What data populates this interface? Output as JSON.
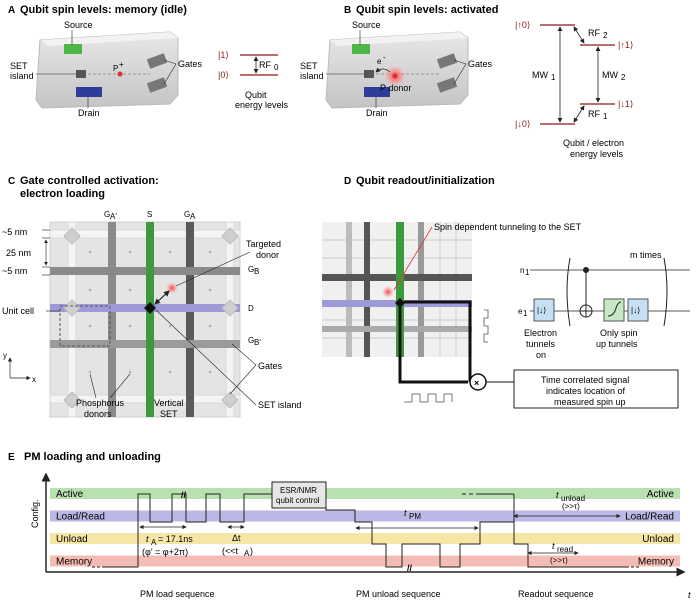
{
  "panelA": {
    "letter": "A",
    "title": "Qubit spin levels: memory (idle)",
    "source": "Source",
    "set_island": [
      "SET",
      "island"
    ],
    "p_label": "P",
    "p_sup": "+",
    "gates": "Gates",
    "drain": "Drain",
    "level_one": "|1⟩",
    "level_zero": "|0⟩",
    "rf": "RF",
    "rf_sub": "0",
    "energy_label": [
      "Qubit",
      "energy levels"
    ]
  },
  "panelB": {
    "letter": "B",
    "title": "Qubit spin levels: activated",
    "source": "Source",
    "set_island": [
      "SET",
      "island"
    ],
    "electron": "e",
    "electron_sup": "-",
    "p_donor": "P donor",
    "gates": "Gates",
    "drain": "Drain",
    "levels": [
      "|↑0⟩",
      "|↑1⟩",
      "|↓1⟩",
      "|↓0⟩"
    ],
    "rf2": "RF",
    "rf2_sub": "2",
    "rf1": "RF",
    "rf1_sub": "1",
    "mw1": "MW",
    "mw1_sub": "1",
    "mw2": "MW",
    "mw2_sub": "2",
    "energy_label": [
      "Qubit / electron",
      "energy levels"
    ]
  },
  "panelC": {
    "letter": "C",
    "title": [
      "Gate controlled activation:",
      "electron loading"
    ],
    "dim1": "~5 nm",
    "dim2": "25 nm",
    "dim3": "~5 nm",
    "ga_prime": "G",
    "ga_prime_sub": "A'",
    "s": "S",
    "ga": "G",
    "ga_sub": "A",
    "targeted_donor": [
      "Targeted",
      "donor"
    ],
    "gb": "G",
    "gb_sub": "B",
    "d": "D",
    "unit_cell": "Unit cell",
    "gb_prime": "G",
    "gb_prime_sub": "B'",
    "gates": "Gates",
    "axis_y": "y",
    "axis_x": "x",
    "phosphorus_donors": [
      "Phosphorus",
      "donors"
    ],
    "vertical_set": [
      "Vertical",
      "SET"
    ],
    "set_island": "SET island"
  },
  "panelD": {
    "letter": "D",
    "title": "Qubit readout/initialization",
    "spin_tunneling": "Spin dependent tunneling to the SET",
    "m_times": "m times",
    "n1": "n",
    "n1_sub": "1",
    "e1": "e",
    "e1_sub": "1",
    "ket_down": "|↓⟩",
    "electron_tunnels": [
      "Electron",
      "tunnels",
      "on"
    ],
    "only_spin": [
      "Only spin",
      "up tunnels"
    ],
    "time_signal": [
      "Time correlated signal",
      "indicates location of",
      "measured spin up"
    ]
  },
  "panelE": {
    "letter": "E",
    "title": "PM loading and unloading",
    "y_axis": "Config.",
    "t_axis": "t",
    "rows": [
      {
        "left": "Active",
        "right": "Active",
        "color": "#b9e0b0"
      },
      {
        "left": "Load/Read",
        "right": "Load/Read",
        "color": "#b9b8e6"
      },
      {
        "left": "Unload",
        "right": "Unload",
        "color": "#f6e6a6"
      },
      {
        "left": "Memory",
        "right": "Memory",
        "color": "#f5bcb5"
      }
    ],
    "esr_box": [
      "ESR/NMR",
      "qubit control"
    ],
    "ta": "t",
    "ta_sub": "A",
    "ta_value": " = 17.1ns",
    "phi": "(φ' = φ+2π)",
    "delta_t": "Δt",
    "delta_t_note": "(<<t",
    "delta_t_note_sub": "A",
    "delta_t_note_end": ")",
    "tpm": "t",
    "tpm_sub": "PM",
    "tunload": "t",
    "tunload_sub": "unload",
    "tunload_note": "(>>τ)",
    "tread": "t",
    "tread_sub": "read",
    "tread_note": "(>>τ)",
    "break_mark": "//",
    "sequences": [
      "PM load sequence",
      "PM unload sequence",
      "Readout sequence"
    ]
  },
  "colors": {
    "source_green": "#4cb848",
    "drain_blue": "#2f3d9a",
    "level_red": "#8b1a1a",
    "set_green": "#3c9a3c",
    "donor_red": "#e03030"
  }
}
